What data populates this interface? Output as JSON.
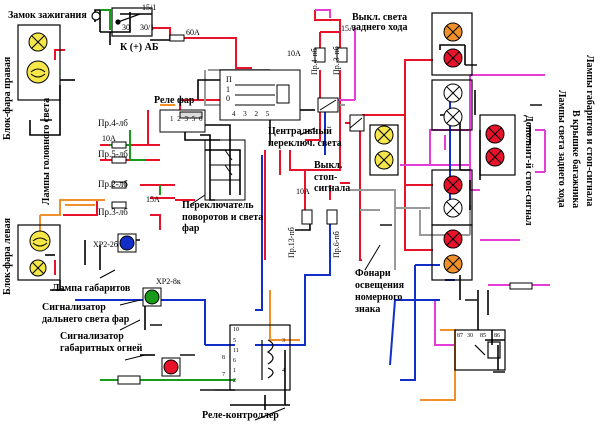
{
  "labels": {
    "ignition_switch": "Замок зажигания",
    "battery_plus": "К (+) АБ",
    "fuse_60a": "60А",
    "pin_15_1": "15/1",
    "pin_30": "30",
    "pin_30_1": "30/1",
    "fuse_15a_top": "15А",
    "fuse_10a_top": "10А",
    "pr4_pb_top": "Пр.4-пб",
    "pr3_pb_top": "Пр. 3-пб",
    "reverse_switch": "Выкл. света заднего хода",
    "headlight_relay": "Реле фар",
    "relay_pins": "1 2 3 5 6",
    "pr4_lb": "Пр.4-лб",
    "pr5_lb": "Пр.5-лб",
    "fuse_10a_left": "10А",
    "pr2_lb": "Пр.2-лб",
    "fuse_15a_left": "15А",
    "pr3_lb": "Пр.3-лб",
    "central_switch": "Центральный переключ. света",
    "brake_switch": "Выкл. стоп-сигнала",
    "turn_switch": "Переключатель поворотов и света фар",
    "fuse_10a_mid": "10А",
    "pr13_pb": "Пр.13-пб",
    "pr6_pb": "Пр.6-пб",
    "plate_lights": "Фонари освещения номерного знака",
    "xp2_2b": "ХР2-2б",
    "xp2_8k": "ХР2-8к",
    "parking_lamp": "Лампа габаритов",
    "high_beam_indicator": "Сигнализатор дальнего света фар",
    "parking_indicator": "Сигнализатор габаритных огней",
    "relay_controller": "Реле-контроллер",
    "block_right": "Блок-фара правая",
    "headlight_lamps": "Лампы головного света",
    "block_left": "Блок-фара левая",
    "add_brake": "Дополнит-й стоп-сигнал",
    "reverse_lamps": "Лампы света заднего хода",
    "trunk_lid": "В крышке багажника",
    "tail_lamps": "Лампы габаритов и стоп-сигнала",
    "central_pins": "П 1 0",
    "central_pins_bottom": "4 3 2 5",
    "ctrl_pins": [
      "10",
      "5",
      "11",
      "6",
      "1",
      "2",
      "3",
      "4"
    ],
    "ctrl_pin8": "8",
    "ctrl_pin7": "7",
    "relay_small_pins": [
      "87",
      "30",
      "85",
      "86"
    ]
  },
  "colors": {
    "red": "#e8132a",
    "green": "#1a9a1a",
    "blue": "#1230c8",
    "magenta": "#e43ed6",
    "orange": "#f0902a",
    "gray": "#9a9a9a",
    "black": "#000000"
  }
}
